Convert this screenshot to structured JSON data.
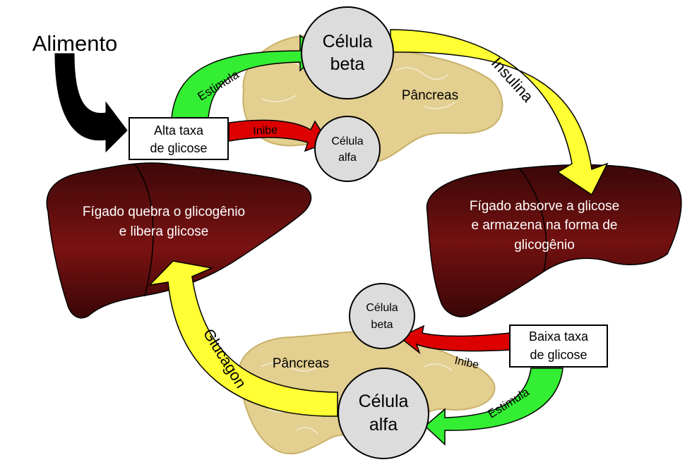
{
  "food": {
    "label": "Alimento"
  },
  "high_glucose": {
    "line1": "Alta taxa",
    "line2": "de glicose"
  },
  "low_glucose": {
    "line1": "Baixa taxa",
    "line2": "de glicose"
  },
  "top_pancreas": {
    "label": "Pâncreas",
    "beta_cell": {
      "line1": "Célula",
      "line2": "beta"
    },
    "alpha_cell": {
      "line1": "Célula",
      "line2": "alfa"
    }
  },
  "bottom_pancreas": {
    "label": "Pâncreas",
    "beta_cell": {
      "line1": "Célula",
      "line2": "beta"
    },
    "alpha_cell": {
      "line1": "Célula",
      "line2": "alfa"
    }
  },
  "arrows": {
    "stimulate_top": "Estimula",
    "inhibit_top": "Inibe",
    "insulin": "Insulina",
    "stimulate_bottom": "Estimula",
    "inhibit_bottom": "Inibe",
    "glucagon": "Glucagon"
  },
  "liver_left": {
    "line1": "Fígado quebra o glicogênio",
    "line2": "e libera glicose"
  },
  "liver_right": {
    "line1": "Fígado absorve a glicose",
    "line2": "e armazena na forma de",
    "line3": "glicogênio"
  },
  "colors": {
    "stimulate": "#33ee33",
    "inhibit": "#dd0000",
    "hormone": "#ffff33",
    "pancreas": "#e3cf8f",
    "cell": "#dcdcdc",
    "liver": "#6b1010"
  }
}
